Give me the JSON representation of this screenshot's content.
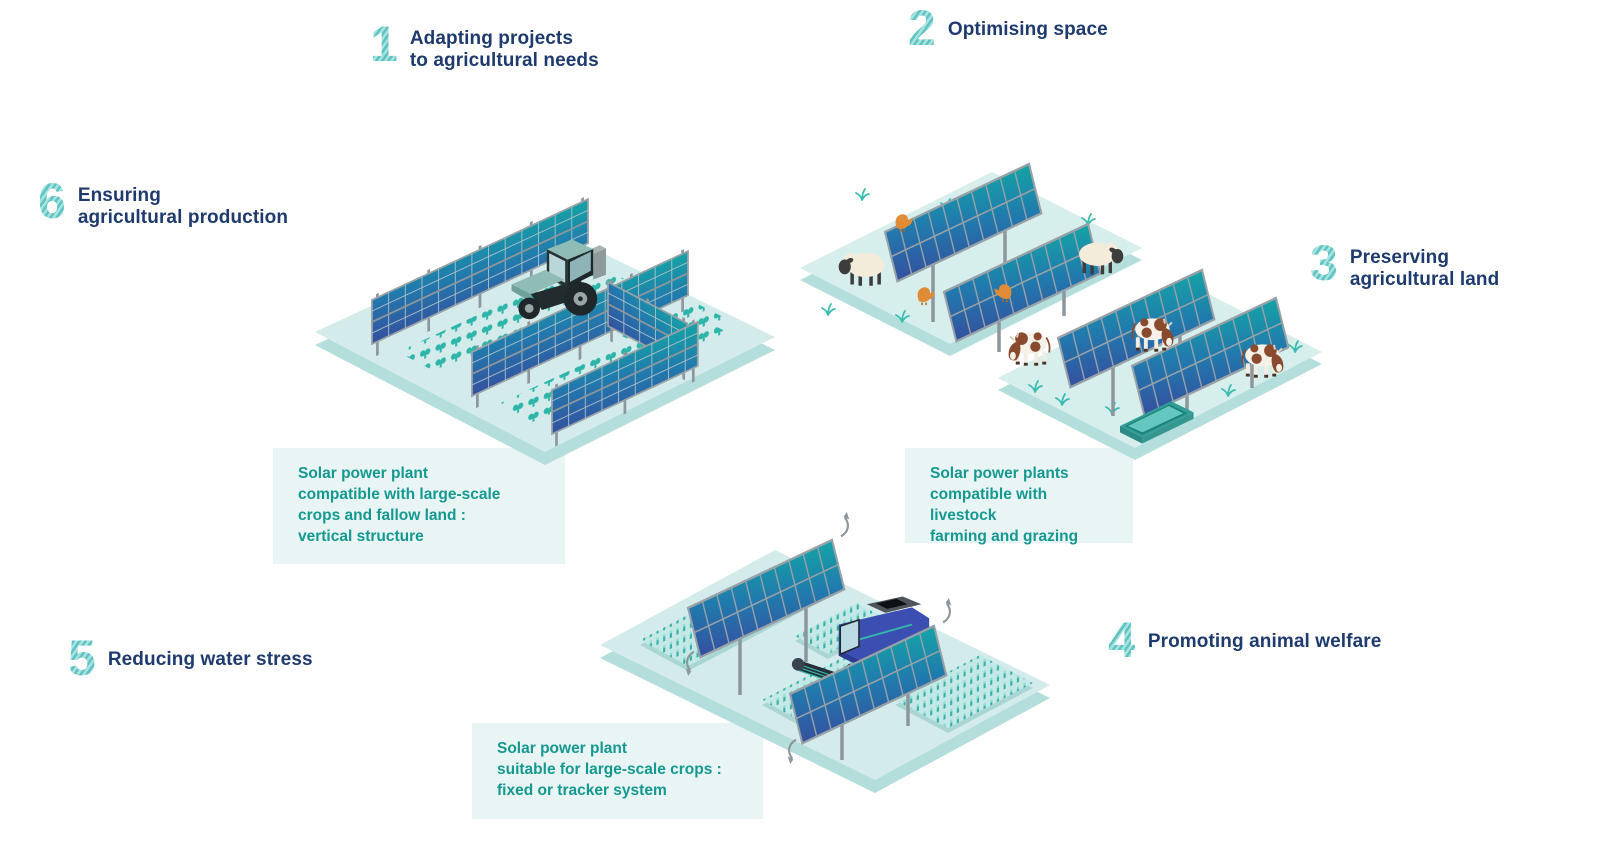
{
  "benefits": [
    {
      "number": "1",
      "label": "Adapting projects\nto agricultural needs"
    },
    {
      "number": "2",
      "label": "Optimising space"
    },
    {
      "number": "3",
      "label": "Preserving\nagricultural land"
    },
    {
      "number": "4",
      "label": "Promoting animal welfare"
    },
    {
      "number": "5",
      "label": "Reducing water stress"
    },
    {
      "number": "6",
      "label": "Ensuring\nagricultural production"
    }
  ],
  "captions": [
    {
      "text": "Solar power plant\ncompatible with large-scale\ncrops and fallow land :\nvertical structure"
    },
    {
      "text": "Solar power plants\ncompatible with livestock\nfarming and grazing"
    },
    {
      "text": "Solar power plant\nsuitable for large-scale crops :\nfixed or tracker system"
    }
  ],
  "icons": [
    "solar-panel-fence-icon",
    "solar-array-icon",
    "tractor-icon",
    "harvester-icon",
    "sheep-icon",
    "chicken-icon",
    "cow-icon",
    "water-trough-icon",
    "grass-icon",
    "rotation-arrow-icon",
    "crop-field"
  ],
  "colors": {
    "heading_navy": "#1e3a6e",
    "number_teal": "#7fd0ce",
    "caption_bg": "#e9f4f4",
    "caption_text": "#13998f",
    "panel_dark_blue": "#35509f",
    "panel_teal": "#14a4a6",
    "platform_top": "#d3eceb",
    "platform_side": "#b4dedc",
    "crop_teal": "#2db5a9",
    "post_gray": "#8d969c"
  }
}
